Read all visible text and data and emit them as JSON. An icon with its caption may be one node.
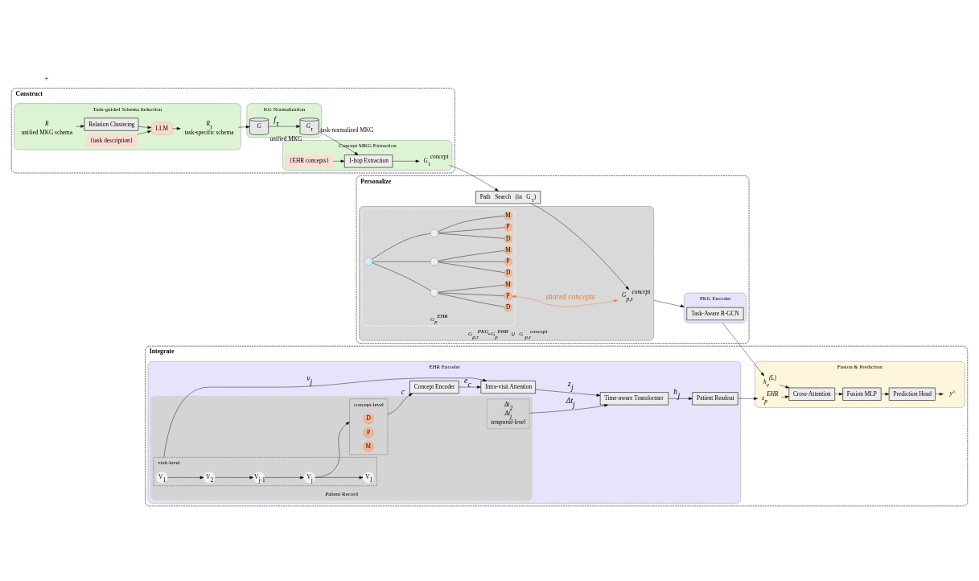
{
  "diagram": {
    "nodes": [
      {
        "text": [
          "Construct"
        ]
      },
      {
        "text": [
          "Task-guided Schema Induction"
        ],
        "in": 0
      },
      {
        "text": [
          "R"
        ],
        "beside": [
          "unified MKG schema"
        ],
        "in": 1
      },
      {
        "text": [
          "Relation Clustering"
        ],
        "in": 1
      },
      {
        "text": [
          "LLM"
        ],
        "in": 1
      },
      {
        "text": [
          "{task description}"
        ],
        "in": 1
      },
      {
        "text": [
          "R$_{τ}$"
        ],
        "beside": [
          "task-specific schema"
        ],
        "in": 1
      },
      {
        "text": [
          "KG Normalization"
        ],
        "in": 0
      },
      {
        "text": [
          "G"
        ],
        "beside": [
          "unified MKG"
        ],
        "in": 7
      },
      {
        "text": [
          "G$_{τ}$"
        ],
        "beside": [
          "task-normalized MKG"
        ],
        "in": 7
      },
      {
        "text": [
          "Concept MKG Extraction"
        ],
        "in": 0
      },
      {
        "text": [
          "1-hop Extraction"
        ],
        "in": 10
      },
      {
        "text": [
          "{EHR concepts}"
        ],
        "in": 10
      },
      {
        "text": [
          "G$_{τ}$$^{concept}$"
        ],
        "in": 10
      },
      {
        "text": [
          "Integrate"
        ]
      },
      {
        "text": [
          "EHR Encoder"
        ],
        "in": 14
      },
      {
        "text": [
          "Patient Record"
        ],
        "in": 15
      },
      {
        "text": [
          "concept-level"
        ],
        "in": 16
      },
      {
        "text": [
          "D"
        ],
        "in": 17
      },
      {
        "text": [
          "P"
        ],
        "in": 17
      },
      {
        "text": [
          "M"
        ],
        "in": 17
      },
      {
        "text": [
          "visit-level"
        ],
        "in": 16
      },
      {
        "text": [
          "V$_{1}$"
        ],
        "in": 21
      },
      {
        "text": [
          "V$_{2}$"
        ],
        "in": 21
      },
      {
        "text": [
          "V$_{j-1}$"
        ],
        "in": 21
      },
      {
        "text": [
          "V$_{j}$"
        ],
        "in": 21
      },
      {
        "text": [
          "V$_{J}$"
        ],
        "in": 21
      },
      {
        "text": [
          "Δt$_{2}$",
          "Δt$_{j}$",
          "temporal-level"
        ],
        "in": 16
      },
      {
        "text": [
          "Concept Encoder"
        ],
        "in": 15
      },
      {
        "text": [
          "Intra-visit Attention"
        ],
        "in": 15
      },
      {
        "text": [
          "Time-aware Transformer"
        ],
        "in": 15
      },
      {
        "text": [
          "Patient Readout"
        ],
        "in": 15
      },
      {
        "text": [
          "Fusion & Prediction"
        ],
        "in": 14
      },
      {
        "text": [
          "Cross-Attention"
        ],
        "in": 32
      },
      {
        "text": [
          "Fusion MLP"
        ],
        "in": 32
      },
      {
        "text": [
          "Prediction Head"
        ],
        "in": 32
      },
      {
        "text": [
          "y^"
        ],
        "in": 32
      },
      {
        "text": [
          "z$_{p}$$^{EHR}$"
        ],
        "in": 32
      },
      {
        "text": [
          "h$_{v}$$^{(L)}$"
        ],
        "in": 32
      },
      {
        "text": [
          "Personalize"
        ]
      },
      {
        "text": [
          "PKG Encoder"
        ],
        "in": 39
      },
      {
        "text": [
          "Task-Aware R-GCN"
        ],
        "in": 40
      },
      {
        "text": [
          "Path Search (in G$_{τ}$)"
        ],
        "in": 39
      },
      {
        "text": [
          "G$_{p,τ}$$^{PKG}$=G$_{p}$$^{EHR}$ ∪ G$_{p,τ}$$^{concept}$"
        ],
        "in": 39
      },
      {
        "text": [
          "G$_{p}$$^{EHR}$"
        ],
        "in": 43
      },
      {
        "text": [],
        "shape": "circle",
        "in": 44
      },
      {
        "text": [],
        "shape": "circle",
        "in": 44
      },
      {
        "text": [],
        "shape": "circle",
        "in": 44
      },
      {
        "text": [],
        "shape": "circle",
        "in": 44
      },
      {
        "text": [
          "D"
        ],
        "in": 44
      },
      {
        "text": [
          "P"
        ],
        "in": 44
      },
      {
        "text": [
          "M"
        ],
        "in": 44
      },
      {
        "text": [
          "D"
        ],
        "in": 44
      },
      {
        "text": [
          "P"
        ],
        "in": 44
      },
      {
        "text": [
          "M"
        ],
        "in": 44
      },
      {
        "text": [
          "D"
        ],
        "in": 44
      },
      {
        "text": [
          "P"
        ],
        "in": 44
      },
      {
        "text": [
          "M"
        ],
        "in": 44
      },
      {
        "text": [
          "G$_{p,τ}$$^{concept}$"
        ],
        "in": 43
      }
    ],
    "edges": [
      {
        "from": 2,
        "to": 3,
        "arrow": "to"
      },
      {
        "from": 3,
        "to": 4,
        "arrow": "to"
      },
      {
        "from": 5,
        "to": 4,
        "arrow": "to"
      },
      {
        "from": 4,
        "to": 6,
        "arrow": "to"
      },
      {
        "from": 6,
        "to": 8,
        "arrow": "to"
      },
      {
        "from": 8,
        "to": 9,
        "arrow": "to",
        "label": "f$_{τ}$"
      },
      {
        "from": 9,
        "to": 11,
        "arrow": "to"
      },
      {
        "from": 12,
        "to": 11,
        "arrow": "to"
      },
      {
        "from": 11,
        "to": 13,
        "arrow": "to"
      },
      {
        "from": 13,
        "to": 42,
        "arrow": "to"
      },
      {
        "from": 22,
        "to": 23,
        "arrow": "to"
      },
      {
        "from": 23,
        "to": 24,
        "arrow": "to"
      },
      {
        "from": 24,
        "to": 25,
        "arrow": "to"
      },
      {
        "from": 25,
        "to": 26,
        "arrow": "to"
      },
      {
        "from": 25,
        "to": 17,
        "arrow": "to"
      },
      {
        "from": 17,
        "to": 28,
        "arrow": "to",
        "label": "c"
      },
      {
        "from": 21,
        "to": 29,
        "arrow": "to",
        "label": "v$_{j}$"
      },
      {
        "from": 27,
        "to": 30,
        "arrow": "to",
        "label": "Δt$_{j}$"
      },
      {
        "from": 28,
        "to": 29,
        "arrow": "to",
        "label": "e$_{c}$"
      },
      {
        "from": 29,
        "to": 30,
        "arrow": "to",
        "label": "z$_{j}$"
      },
      {
        "from": 30,
        "to": 31,
        "arrow": "to",
        "label": "h$_{j}$"
      },
      {
        "from": 31,
        "to": 37,
        "arrow": "to"
      },
      {
        "from": 37,
        "to": 33,
        "arrow": "to"
      },
      {
        "from": 40,
        "to": 38,
        "arrow": "to"
      },
      {
        "from": 38,
        "to": 33,
        "arrow": "to"
      },
      {
        "from": 33,
        "to": 34,
        "arrow": "to"
      },
      {
        "from": 34,
        "to": 35,
        "arrow": "to"
      },
      {
        "from": 35,
        "to": 36,
        "arrow": "to"
      },
      {
        "from": 42,
        "to": 58,
        "arrow": "to"
      },
      {
        "from": 43,
        "to": 40,
        "arrow": "to"
      },
      {
        "from": 45,
        "to": 46,
        "arrow": "none"
      },
      {
        "from": 45,
        "to": 47,
        "arrow": "none"
      },
      {
        "from": 45,
        "to": 48,
        "arrow": "none"
      },
      {
        "from": 46,
        "to": 49,
        "arrow": "none"
      },
      {
        "from": 46,
        "to": 50,
        "arrow": "none"
      },
      {
        "from": 46,
        "to": 51,
        "arrow": "none"
      },
      {
        "from": 47,
        "to": 52,
        "arrow": "none"
      },
      {
        "from": 47,
        "to": 53,
        "arrow": "none"
      },
      {
        "from": 47,
        "to": 54,
        "arrow": "none"
      },
      {
        "from": 48,
        "to": 55,
        "arrow": "none"
      },
      {
        "from": 48,
        "to": 56,
        "arrow": "none"
      },
      {
        "from": 48,
        "to": 57,
        "arrow": "none"
      },
      {
        "from": 50,
        "to": 58,
        "arrow": "both",
        "label": "shared concepts",
        "color": "#e8793a"
      }
    ],
    "labels": [
      "+"
    ]
  }
}
